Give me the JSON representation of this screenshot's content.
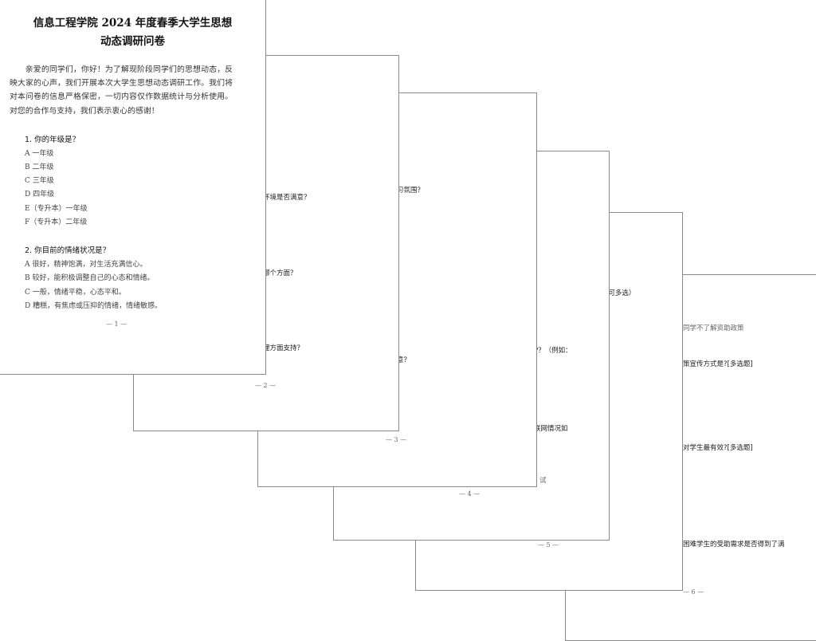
{
  "page1": {
    "title_line1": "信息工程学院 2024 年度春季大学生思想",
    "title_line2": "动态调研问卷",
    "intro": "亲爱的同学们，你好！为了解现阶段同学们的思想动态，反映大家的心声，我们开展本次大学生思想动态调研工作。我们将对本问卷的信息严格保密，一切内容仅作数据统计与分析使用。对您的合作与支持，我们表示衷心的感谢！",
    "questions": [
      {
        "text": "1. 你的年级是？",
        "options": [
          "A 一年级",
          "B 二年级",
          "C 三年级",
          "D 四年级",
          "E（专升本）一年级",
          "F（专升本）二年级"
        ]
      },
      {
        "text": "2. 你目前的情绪状况是？",
        "options": [
          "A 很好，精神饱满，对生活充满信心。",
          "B 较好，能积极调整自己的心态和情绪。",
          "C 一般，情绪平稳，心态平和。",
          "D 糟糕，有焦虑或压抑的情绪，情绪敏感。"
        ]
      }
    ],
    "footer": "— 1 —"
  },
  "page2": {
    "fragments": [
      "环境是否满意？",
      "哪个方面？",
      "理方面支持？"
    ],
    "footer": "— 2 —"
  },
  "page3": {
    "fragments": [
      "习氛围？",
      "意？"
    ],
    "footer": "— 3 —"
  },
  "page4": {
    "fragments": [
      "P？（例如：",
      "联网情况如",
      "试"
    ],
    "footer": "— 4 —"
  },
  "page5": {
    "fragments": [
      "(可多选）"
    ],
    "footer": "— 5 —"
  },
  "page6": {
    "fragments": [
      "同学不了解资助政策",
      "策宣传方式是?[多选题]",
      "对学生最有效?[多选题]",
      "困难学生的受助需求是否得到了满"
    ],
    "footer": "— 6 —"
  }
}
